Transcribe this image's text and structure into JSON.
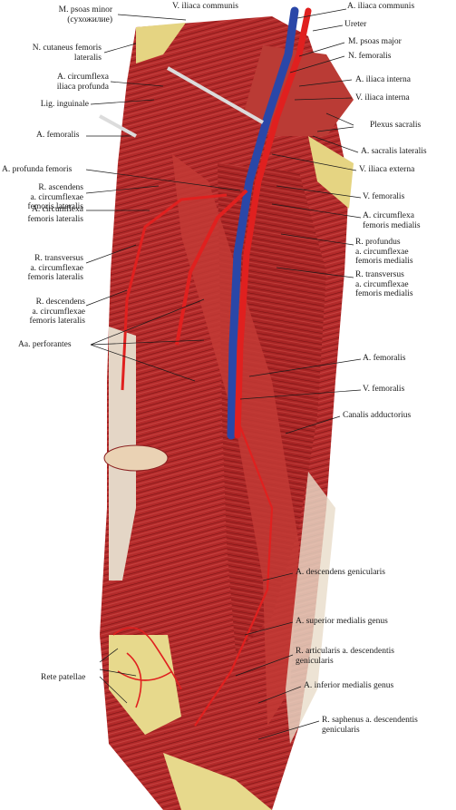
{
  "figure": {
    "colors": {
      "muscle": "#b5292b",
      "muscle_dark": "#7d1516",
      "muscle_light": "#d9605a",
      "tendon": "#e6d7c4",
      "fat": "#e9d98a",
      "artery": "#e0201f",
      "vein": "#2a47a8",
      "background": "#ffffff"
    },
    "labels_left": [
      "M. psoas minor\n(сухожилие)",
      "N. cutaneus femoris\nlateralis",
      "A. circumflexa\niliaca profunda",
      "Lig. inguinale",
      "A. femoralis",
      "A. profunda femoris",
      "R. ascendens\na. circumflexae\nfemoris lateralis",
      "A. circumflexa\nfemoris lateralis",
      "R. transversus\na. circumflexae\nfemoris lateralis",
      "R. descendens\na. circumflexae\nfemoris lateralis",
      "Aa. perforantes",
      "Rete patellae"
    ],
    "labels_right": [
      "V. iliaca communis",
      "A. iliaca communis",
      "Ureter",
      "M. psoas major",
      "N. femoralis",
      "A. iliaca interna",
      "V. iliaca interna",
      "Plexus sacralis",
      "A. sacralis lateralis",
      "V. iliaca externa",
      "V. femoralis",
      "A. circumflexa\nfemoris medialis",
      "R. profundus\na. circumflexae\nfemoris medialis",
      "R. transversus\na. circumflexae\nfemoris medialis",
      "A. femoralis",
      "V. femoralis",
      "Canalis adductorius",
      "A. descendens genicularis",
      "A. superior medialis genus",
      "R. articularis a. descendentis\ngenicularis",
      "A. inferior medialis genus",
      "R. saphenus a. descendentis\ngenicularis"
    ]
  }
}
